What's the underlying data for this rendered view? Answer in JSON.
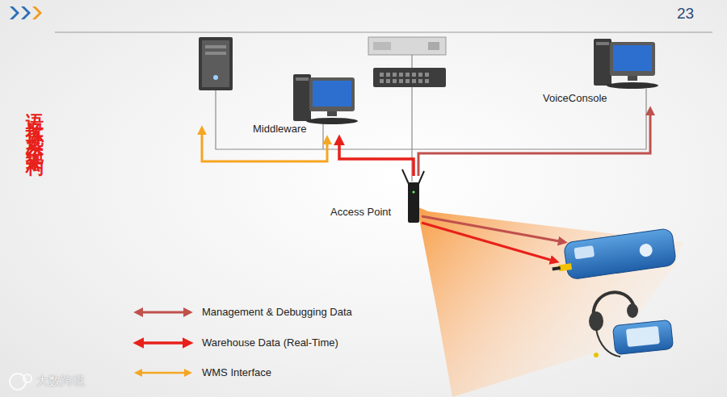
{
  "diagram": {
    "title": "语音拣选系统架构",
    "nodes": [
      {
        "text": [
          "Middleware"
        ]
      },
      {
        "text": [
          "VoiceConsole"
        ]
      },
      {
        "text": [
          "Access Point"
        ]
      }
    ],
    "edges": [
      {
        "from": 2,
        "to": 0,
        "arrow": "to"
      },
      {
        "from": 2,
        "to": 1,
        "arrow": "to"
      }
    ],
    "labels": [
      "23",
      "大数跨境"
    ],
    "legend": [
      {
        "text": "Management & Debugging Data"
      },
      {
        "text": "Warehouse Data (Real-Time)"
      },
      {
        "text": "WMS Interface"
      }
    ]
  }
}
